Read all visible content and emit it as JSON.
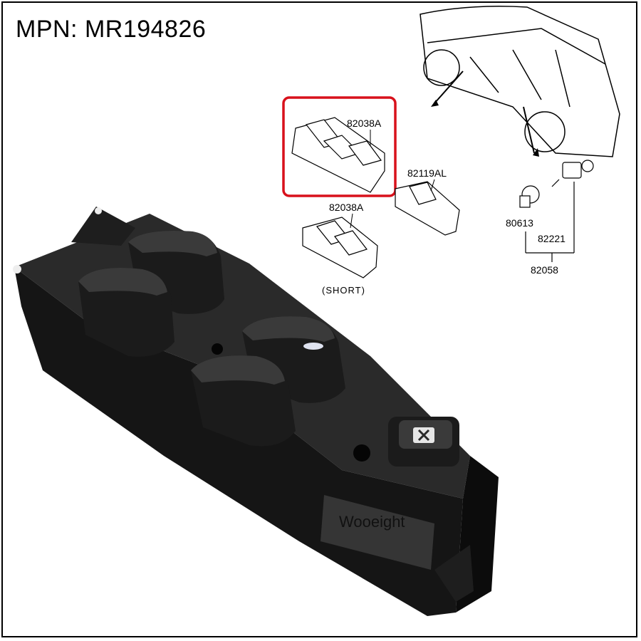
{
  "header": {
    "mpn": "MPN: MR194826"
  },
  "diagram": {
    "part_labels": {
      "main_switch": "82038A",
      "single_switch": "82119AL",
      "short_switch": "82038A",
      "short_note": "(SHORT)",
      "door_switch": "80613",
      "door_switch_2": "82221",
      "door_switch_group": "82058"
    },
    "highlight_color": "#d8111b"
  },
  "photo": {
    "watermark": "Wooeight"
  }
}
